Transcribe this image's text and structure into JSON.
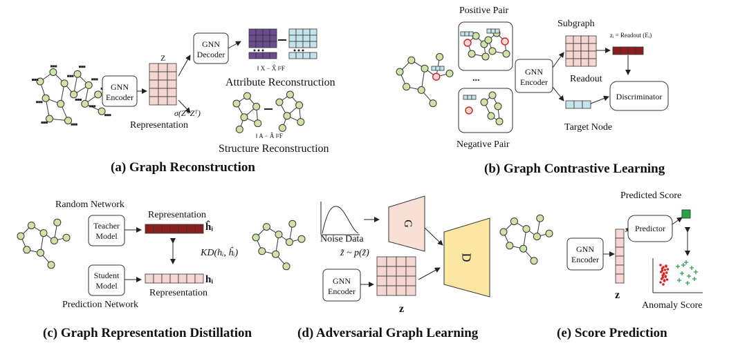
{
  "panel_a": {
    "caption": "(a)  Graph Reconstruction",
    "encoder": "GNN\nEncoder",
    "z_label": "Z",
    "representation": "Representation",
    "decoder": "GNN\nDecoder",
    "attr_formula": "‖ X − X̂ ‖²F",
    "attr_label": "Attribute Reconstruction",
    "sigma_formula": "σ(Z*Zᵀ)",
    "struct_formula": "‖ A − Â ‖²F",
    "struct_label": "Structure Reconstruction",
    "dots": "•••"
  },
  "panel_b": {
    "caption": "(b) Graph Contrastive Learning",
    "positive_pair": "Positive Pair",
    "negative_pair": "Negative Pair",
    "ellipsis": "...",
    "encoder": "GNN\nEncoder",
    "subgraph": "Subgraph",
    "readout_formula": "zᵢ = Readout (Eᵢ)",
    "readout": "Readout",
    "discriminator": "Discriminator",
    "target_node": "Target Node"
  },
  "panel_c": {
    "caption": "(c) Graph Representation Distillation",
    "random_network": "Random Network",
    "teacher": "Teacher\nModel",
    "student": "Student\nModel",
    "representation_top": "Representation",
    "representation_bottom": "Representation",
    "h_hat": "ĥᵢ",
    "h": "hᵢ",
    "kd": "KD(hᵢ, ĥᵢ)",
    "prediction_network": "Prediction Network"
  },
  "panel_d": {
    "caption": "(d) Adversarial Graph Learning",
    "noise_data": "Noise Data",
    "z_tilde": "z̃ ~ p(z̃)",
    "generator": "G",
    "discriminator": "D",
    "encoder": "GNN\nEncoder",
    "z": "z"
  },
  "panel_e": {
    "caption": "(e) Score Prediction",
    "predicted_score": "Predicted Score",
    "predictor": "Predictor",
    "encoder": "GNN\nEncoder",
    "z": "z",
    "anomaly_score": "Anomaly Score"
  },
  "colors": {
    "node_fill": "#cfe3a6",
    "node_stroke": "#333333",
    "matrix_pink": "#f4d7d2",
    "matrix_purple": "#6a4b8e",
    "matrix_cyan": "#c6e3ec",
    "matrix_darkred": "#8b1e1e",
    "generator_fill": "#f9e0d6",
    "discriminator_fill": "#fbe7a3",
    "anomaly_red": "#e02020",
    "normal_green": "#2aa04a",
    "score_green": "#2aa04a"
  }
}
